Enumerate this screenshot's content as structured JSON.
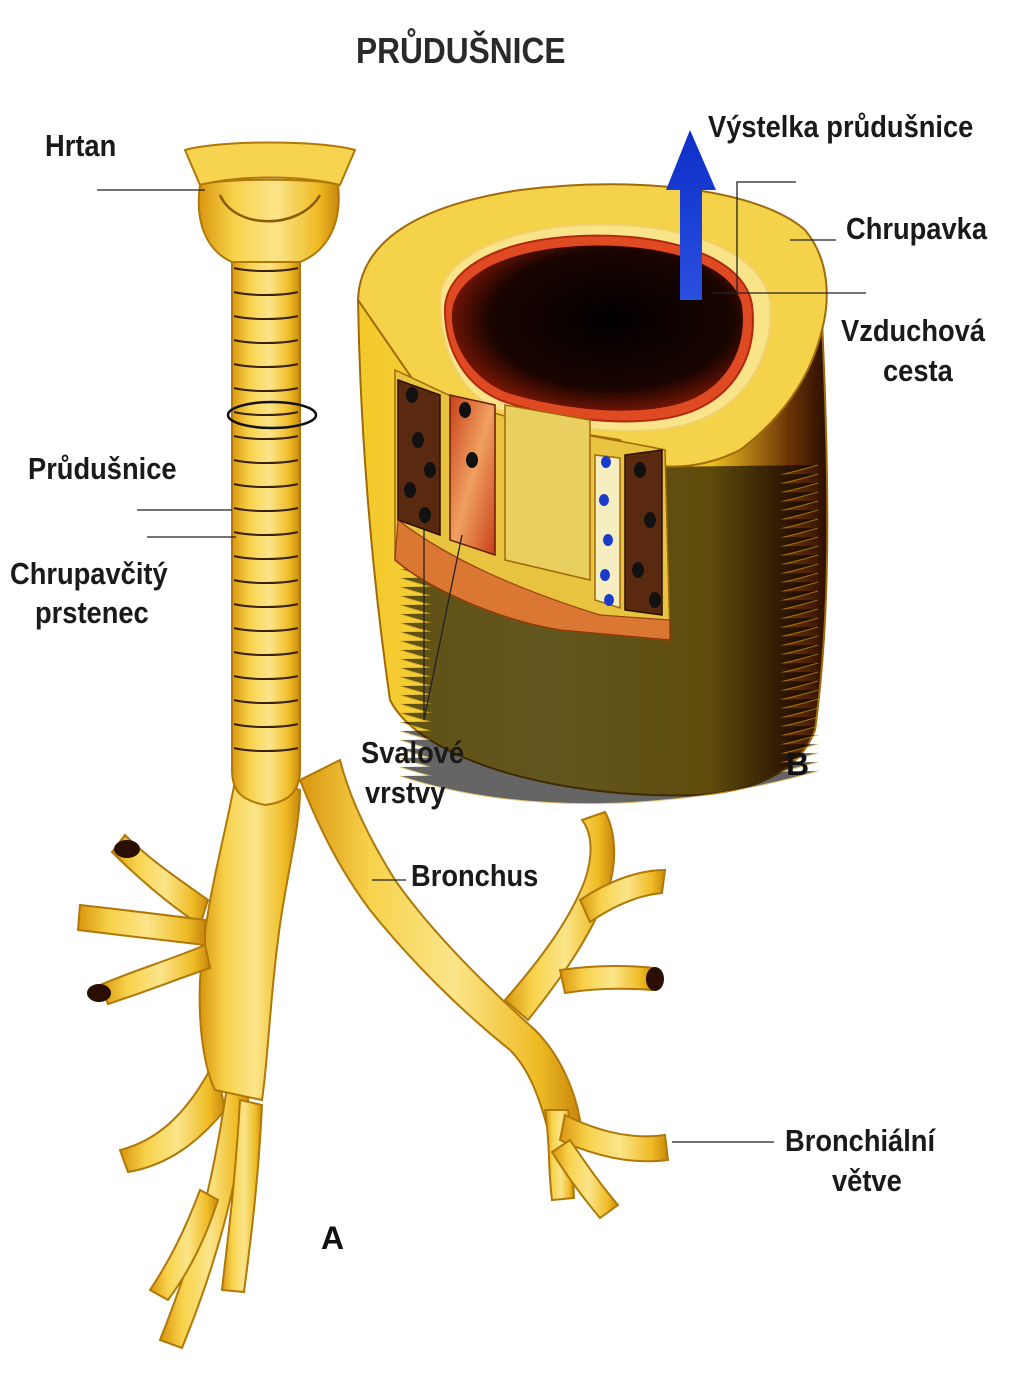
{
  "title": "PRŮDUŠNICE",
  "labels": {
    "hrtan": "Hrtan",
    "prudusnice": "Průdušnice",
    "chrupavcity_1": "Chrupavčitý",
    "chrupavcity_2": "prstenec",
    "vystelka": "Výstelka průdušnice",
    "chrupavka": "Chrupavka",
    "vzduchova_1": "Vzduchová",
    "vzduchova_2": "cesta",
    "svalove_1": "Svalové",
    "svalove_2": "vrstvy",
    "bronchus": "Bronchus",
    "bronchialni_1": "Bronchiální",
    "bronchialni_2": "větve"
  },
  "panels": {
    "a": "A",
    "b": "B"
  },
  "colors": {
    "cartilage": "#f2c21e",
    "cartilage_light": "#f8e06a",
    "cartilage_dark": "#c98a0e",
    "lumen": "#1a0400",
    "mucosa": "#d53a1e",
    "arrow": "#1a3ccc",
    "leader": "#222222"
  }
}
